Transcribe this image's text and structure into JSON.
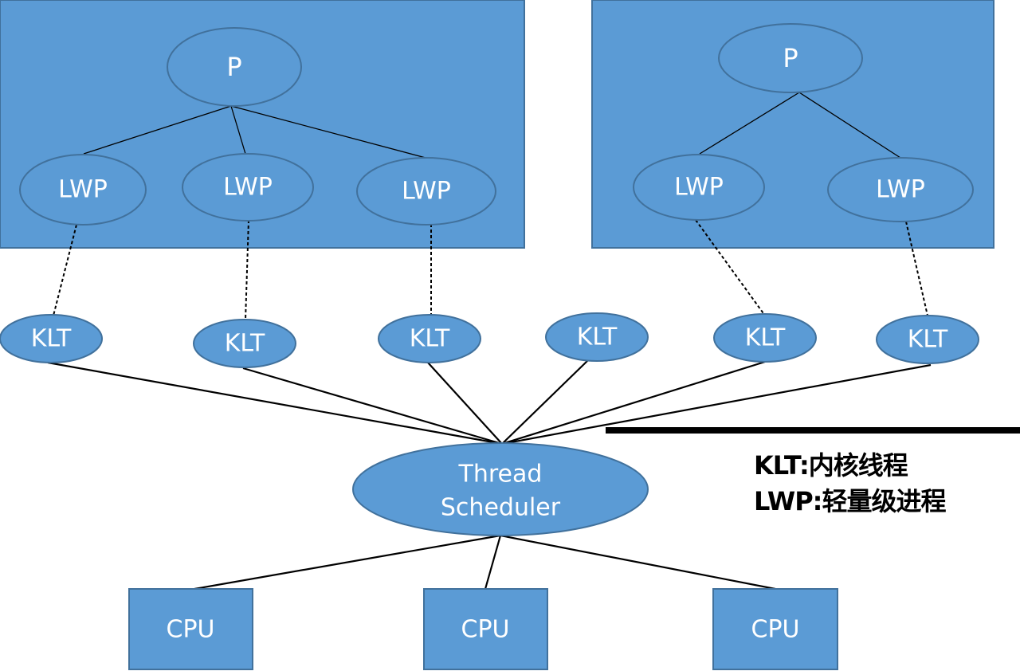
{
  "colors": {
    "fill": "#5b9bd5",
    "stroke": "#41719c",
    "text": "#ffffff",
    "line": "#000000",
    "background": "#ffffff"
  },
  "process_left": {
    "process_label": "P",
    "lwp_labels": [
      "LWP",
      "LWP",
      "LWP"
    ]
  },
  "process_right": {
    "process_label": "P",
    "lwp_labels": [
      "LWP",
      "LWP"
    ]
  },
  "klt_labels": [
    "KLT",
    "KLT",
    "KLT",
    "KLT",
    "KLT",
    "KLT"
  ],
  "scheduler": {
    "line1": "Thread",
    "line2": "Scheduler"
  },
  "cpu_labels": [
    "CPU",
    "CPU",
    "CPU"
  ],
  "legend": {
    "klt": "KLT:内核线程",
    "lwp": "LWP:轻量级进程"
  }
}
